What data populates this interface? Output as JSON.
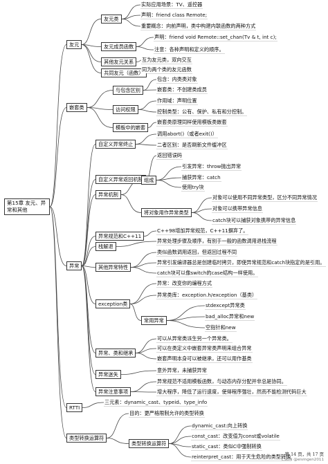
{
  "root": "第15章 友元、异常和其他",
  "nodes": {
    "youyuan": "友元",
    "youyuanlei": "友元类",
    "yy_scene": "实际应用场景：TV、遥控器",
    "yy_decl": "声明：friend class Remote;",
    "yy_concept": "重要概念：向前声明，类中构建内联函数的两种方式",
    "yy_member": "友元成员函数",
    "yy_member_decl": "声明：friend void Remote::set_chan(Tv & t, int c);",
    "yy_member_note": "注意：各种声明和定义的顺序。",
    "yy_other": "其他友元关系",
    "yy_other_desc": "互为友元类，双向交互",
    "yy_common": "共同友元（函数）",
    "yy_common_desc": "同为两个类的友元函数",
    "nested": "嵌套类",
    "nested_contain": "与包含区别",
    "nested_contain_a": "包含：内类类对象",
    "nested_contain_b": "嵌套类：不创建类成员",
    "nested_access": "访问权限",
    "nested_access_a": "作用域：声明位置",
    "nested_access_b": "控制类型：公有、保护、私有和分控制。",
    "nested_template": "模板中的嵌套",
    "nested_template_a": "嵌套类原理同样使用模板类嵌套",
    "exception": "异常",
    "ex_abort": "自定义异常终止",
    "ex_abort_a": "调用abort()（或者exit()）",
    "ex_abort_b": "二者区别：是否刷新文件缓冲区",
    "ex_return": "自定义异常返回机制",
    "ex_return_a": "返回错误码",
    "ex_mech": "异常机制",
    "ex_mech_comp": "组成",
    "ex_mech_comp_a": "引发异常：throw抛出异常",
    "ex_mech_comp_b": "捕获异常：catch",
    "ex_mech_comp_c": "使用try块",
    "ex_mech_obj": "将对象用作异常类型",
    "ex_mech_obj_a": "对象可以使用不同异常类型，区分不同异常情况",
    "ex_mech_obj_b": "对象可以携带异常信息",
    "ex_mech_obj_c": "catch块可以捕获对象携带的异常信息",
    "ex_spec": "异常规范和C++11",
    "ex_spec_a": "C++98增加异常规范，C++11摒弃了。",
    "ex_unwind": "栈解退",
    "ex_unwind_a": "异常处理步骤及顺序，有别于一般的函数调用退栈流程",
    "ex_other": "其他异常特性",
    "ex_other_a": "类似函数调用返回，但返回过程不同",
    "ex_other_b": "异常引发编译器总是创建临时拷贝，即使异常规范和catch块指定的是引用。",
    "ex_other_c": "catch块可以像switch的case结构一样使用。",
    "ex_class": "exception类",
    "ex_class_a": "异常：改变你的编程方式",
    "ex_class_b": "异常类库：exception.h/exception（基类）",
    "ex_class_common": "常用异常",
    "ex_class_common_a": "stdexcept异常类",
    "ex_class_common_b": "bad_alloc异常和new",
    "ex_class_common_c": "空指针和new",
    "ex_inherit": "异常、类和继承",
    "ex_inherit_a": "可以从异常类派生另一个异常类。",
    "ex_inherit_b": "可以在类定义中嵌套异常类声明来组合异常",
    "ex_inherit_c": "嵌套声明本身可以被继承，还可以用作基类",
    "ex_lost": "异常迷失",
    "ex_lost_a": "意外异常，未捕获异常",
    "ex_notes": "异常注意事项",
    "ex_notes_a": "异常规范不适用模板函数，与动态内存分配并非总是协同。",
    "ex_notes_b": "增大程序，降低了运行速度，使得程序强壮，然而不能检测代码巨大",
    "rtti": "RTTI",
    "rtti_a": "三元素：dynamic_cast、typeid、type_info",
    "cast": "类型转换运算符",
    "cast_a": "目的：更严格限制允许的类型转换",
    "cast_ops": "类型转换运算符",
    "cast_ops_a": "dynamic_cast:向上转换",
    "cast_ops_b": "const_cast：改变值为const或volatile",
    "cast_ops_c": "static_cast：类似C中强制转换",
    "cast_ops_d": "reinterpret_cast：用于天生危险的类型转换"
  },
  "footer": {
    "page": "第 14 页，共 17 页",
    "credit": "CSDN @eivingen2011"
  }
}
